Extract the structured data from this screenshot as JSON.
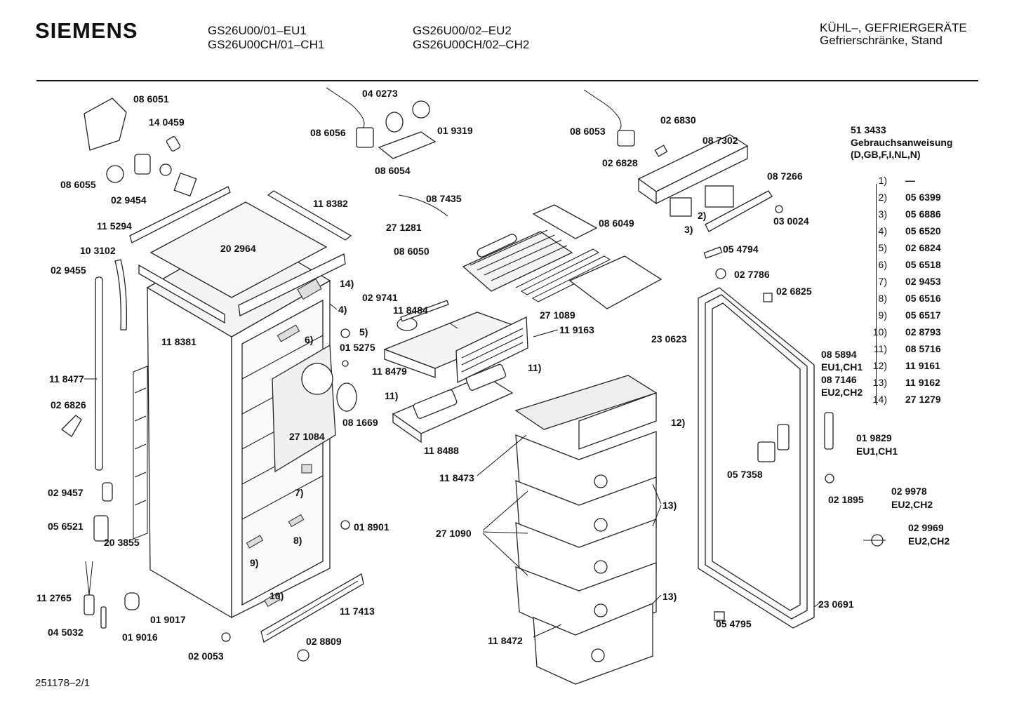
{
  "header": {
    "brand": "SIEMENS",
    "models_col1": [
      "GS26U00/01–EU1",
      "GS26U00CH/01–CH1"
    ],
    "models_col2": [
      "GS26U00/02–EU2",
      "GS26U00CH/02–CH2"
    ],
    "category": "KÜHL–, GEFRIERGERÄTE",
    "subcategory": "Gefrierschränke, Stand"
  },
  "manual": {
    "part": "51 3433",
    "title": "Gebrauchsanweisung",
    "langs": "(D,GB,F,I,NL,N)"
  },
  "legend": [
    {
      "key": "1)",
      "value": "—"
    },
    {
      "key": "2)",
      "value": "05 6399"
    },
    {
      "key": "3)",
      "value": "05 6886"
    },
    {
      "key": "4)",
      "value": "05 6520"
    },
    {
      "key": "5)",
      "value": "02 6824"
    },
    {
      "key": "6)",
      "value": "05 6518"
    },
    {
      "key": "7)",
      "value": "02 9453"
    },
    {
      "key": "8)",
      "value": "05 6516"
    },
    {
      "key": "9)",
      "value": "05 6517"
    },
    {
      "key": "10)",
      "value": "02 8793"
    },
    {
      "key": "11)",
      "value": "08 5716"
    },
    {
      "key": "12)",
      "value": "11 9161"
    },
    {
      "key": "13)",
      "value": "11 9162"
    },
    {
      "key": "14)",
      "value": "27 1279"
    }
  ],
  "parts": {
    "p086051": "08 6051",
    "p140459": "14 0459",
    "p086055": "08 6055",
    "p029454": "02 9454",
    "p040273": "04 0273",
    "p086056": "08 6056",
    "p019319": "01 9319",
    "p086054": "08 6054",
    "p086053": "08 6053",
    "p026830": "02 6830",
    "p087302": "08 7302",
    "p026828": "02 6828",
    "p087266": "08 7266",
    "p030024": "03 0024",
    "p118382": "11 8382",
    "p115294": "11 5294",
    "p202964": "20 2964",
    "p103102": "10 3102",
    "p029455": "02 9455",
    "p118381": "11 8381",
    "p118477": "11 8477",
    "p026826": "02 6826",
    "p029457": "02 9457",
    "p056521": "05 6521",
    "p203855": "20 3855",
    "p112765": "11 2765",
    "p045032": "04 5032",
    "p019016": "01 9016",
    "p019017": "01 9017",
    "p020053": "02 0053",
    "p028809": "02 8809",
    "p117413": "11 7413",
    "p018901": "01 8901",
    "p271084": "27 1084",
    "p081669": "08 1669",
    "p015275": "01 5275",
    "p087435": "08 7435",
    "p271281": "27 1281",
    "p086050": "08 6050",
    "p086049": "08 6049",
    "p029741": "02 9741",
    "p118484": "11 8484",
    "p119163": "11 9163",
    "p271089": "27 1089",
    "p118479": "11 8479",
    "p118488": "11 8488",
    "p118473": "11 8473",
    "p271090": "27 1090",
    "p118472": "11 8472",
    "p054794": "05 4794",
    "p027786": "02 7786",
    "p026825": "02 6825",
    "p230623": "23 0623",
    "p085894": "08 5894",
    "p085894v": "EU1,CH1",
    "p087146": "08 7146",
    "p087146v": "EU2,CH2",
    "p019829": "01 9829",
    "p019829v": "EU1,CH1",
    "p057358": "05 7358",
    "p021895": "02 1895",
    "p029978": "02 9978",
    "p029978v": "EU2,CH2",
    "p029969": "02 9969",
    "p029969v": "EU2,CH2",
    "p230691": "23 0691",
    "p054795": "05 4795"
  },
  "callouts": {
    "c2": "2)",
    "c3": "3)",
    "c4": "4)",
    "c5": "5)",
    "c6": "6)",
    "c7": "7)",
    "c8": "8)",
    "c9": "9)",
    "c10": "10)",
    "c11a": "11)",
    "c11b": "11)",
    "c12": "12)",
    "c13a": "13)",
    "c13b": "13)",
    "c14": "14)"
  },
  "footer": "251178–2/1"
}
